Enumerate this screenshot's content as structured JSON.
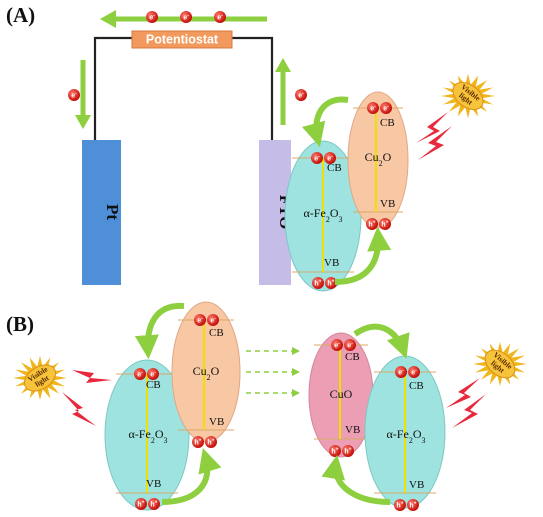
{
  "panels": {
    "a": {
      "label": "(A)"
    },
    "b": {
      "label": "(B)"
    }
  },
  "potentiostat": {
    "label": "Potentiostat"
  },
  "electrodes": {
    "pt": "Pt",
    "fto": "FTO"
  },
  "particles": {
    "electron": "e",
    "hole": "h",
    "charge_neg": "-",
    "charge_pos": "+"
  },
  "bands": {
    "cb": "CB",
    "vb": "VB"
  },
  "materials": {
    "fe2o3": "α-Fe2O3",
    "cu2o": "Cu2O",
    "cuo": "CuO"
  },
  "light": {
    "line1": "Visible",
    "line2": "light"
  },
  "colors": {
    "fe2o3_fill": "#9ee3df",
    "cu2o_fill": "#f8c7a4",
    "cuo_fill": "#ec9fb4",
    "pt_fill": "#4f8fd8",
    "fto_fill": "#c5bde8",
    "arrow_green": "#8dcf3f",
    "particle_red": "#e2261f",
    "band_line": "#f0e000",
    "potentiostat_fill": "#f29a5d",
    "sun": "#f1b51c",
    "bolt": "#e8283c"
  }
}
